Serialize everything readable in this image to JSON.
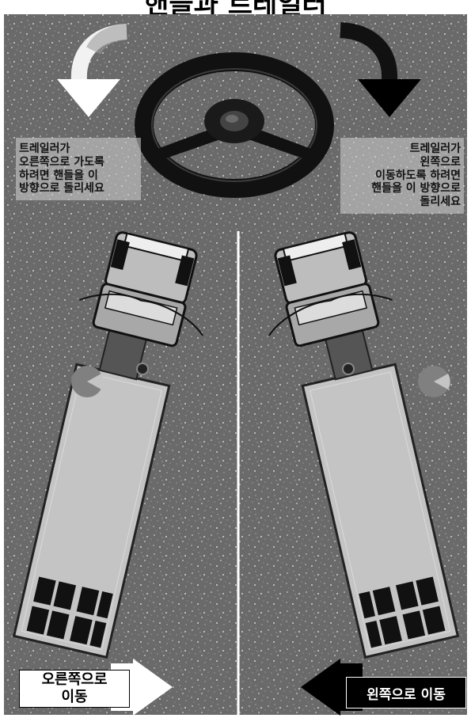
{
  "title": "핸들과 트레일러",
  "left_instruction": "트레일러가\n오른쪽으로 가도록\n하려면 핸들을 이\n방향으로 돌리세요",
  "right_instruction": "트레일러가\n왼쪽으로\n이동하도록 하려면\n핸들을 이 방향으로\n돌리세요",
  "move_right_label": "오른쪽으로\n이동",
  "move_left_label": "왼쪽으로 이동",
  "colors": {
    "road": "#6a6a6a",
    "speckle": "#bdbdbd",
    "trailer": "#c4c4c4",
    "arrow_light": "#ffffff",
    "arrow_dark": "#000000"
  },
  "icons": {
    "steering_wheel": "steering-wheel-icon",
    "left_turn": "curved-arrow-left-icon",
    "right_turn": "curved-arrow-right-icon"
  }
}
